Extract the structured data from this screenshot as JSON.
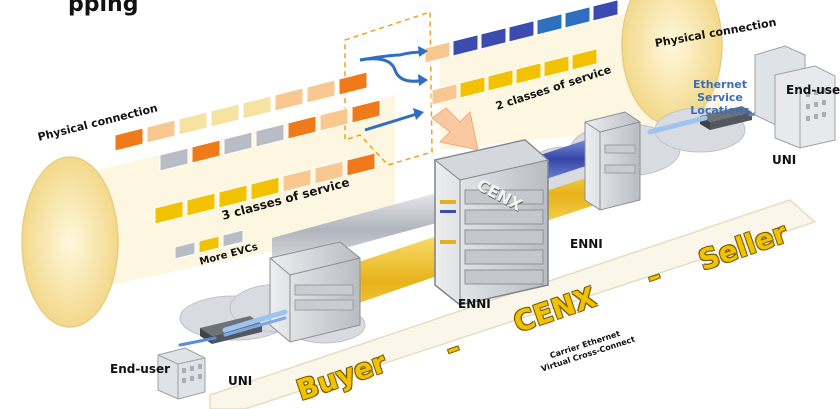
{
  "diagram": {
    "title_fragment": "pping",
    "labels": {
      "physical_connection_left": "Physical connection",
      "physical_connection_right": "Physical connection",
      "three_classes": "3 classes of service",
      "two_classes": "2 classes of service",
      "more_evcs": "More EVCs",
      "ethernet_service_locations": [
        "Ethernet",
        "Service",
        "Locations"
      ],
      "end_user_right": "End-user",
      "end_user_left": "End-user",
      "uni_right": "UNI",
      "uni_left": "UNI",
      "enni_right": "ENNI",
      "enni_left": "ENNI",
      "cenx_box": "CENX",
      "ribbon_buyer": "Buyer",
      "ribbon_dash1": "–",
      "ribbon_cenx": "CENX",
      "ribbon_dash2": "–",
      "ribbon_seller": "Seller",
      "carrier_ethernet": [
        "Carrier Ethernet",
        "Virtual Cross-Connect"
      ]
    },
    "colors": {
      "orange": "#f07a1a",
      "peach": "#f8c890",
      "navy": "#3b4bb0",
      "gold": "#f2c200",
      "pipe_yellow": "#f6e3a0",
      "grey": "#b8bcc4"
    },
    "icons": [
      "building-icon",
      "router-icon",
      "server-rack-icon",
      "cloud-icon",
      "arrow-icon"
    ]
  }
}
